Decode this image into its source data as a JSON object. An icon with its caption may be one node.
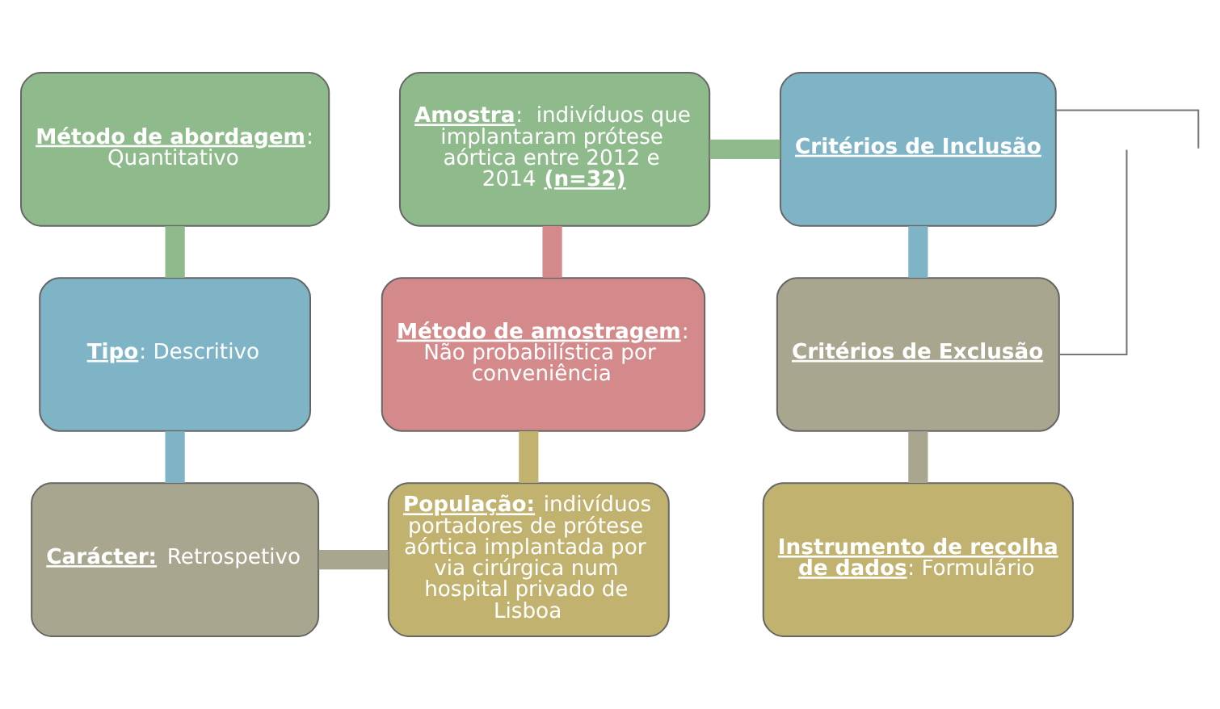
{
  "diagram": {
    "nodes": [
      {
        "text": [
          "**Método de abordagem**: Quantitativo"
        ]
      },
      {
        "text": [
          "**Amostra**:  indivíduos que implantaram prótese aórtica entre 2012 e 2014 **(n=32)**"
        ]
      },
      {
        "text": [
          "**Critérios de Inclusão**"
        ]
      },
      {
        "text": [
          "**Tipo**: Descritivo"
        ]
      },
      {
        "text": [
          "**Método de amostragem**: Não probabilística por conveniência"
        ]
      },
      {
        "text": [
          "**Critérios de Exclusão**"
        ]
      },
      {
        "text": [
          "**Carácter:** Retrospetivo"
        ]
      },
      {
        "text": [
          "**População:** indivíduos portadores de prótese aórtica implantada por via cirúrgica num hospital privado de Lisboa"
        ]
      },
      {
        "text": [
          "**Instrumento de recolha de dados**: Formulário"
        ]
      }
    ],
    "edges": [
      {
        "from": 0,
        "to": 3,
        "arrow": "none",
        "color": "#8fba8c"
      },
      {
        "from": 3,
        "to": 6,
        "arrow": "none",
        "color": "#7fb4c6"
      },
      {
        "from": 6,
        "to": 7,
        "arrow": "none",
        "color": "#a9a68f"
      },
      {
        "from": 7,
        "to": 4,
        "arrow": "none",
        "color": "#c1b26f"
      },
      {
        "from": 4,
        "to": 1,
        "arrow": "none",
        "color": "#d48a8a"
      },
      {
        "from": 1,
        "to": 2,
        "arrow": "none",
        "color": "#8fba8c"
      },
      {
        "from": 2,
        "to": 5,
        "arrow": "none",
        "color": "#7fb4c6"
      },
      {
        "from": 5,
        "to": 8,
        "arrow": "none",
        "color": "#a9a68f"
      },
      {
        "from": 2,
        "to": null,
        "arrow": "none"
      },
      {
        "from": 5,
        "to": null,
        "arrow": "none"
      }
    ]
  }
}
